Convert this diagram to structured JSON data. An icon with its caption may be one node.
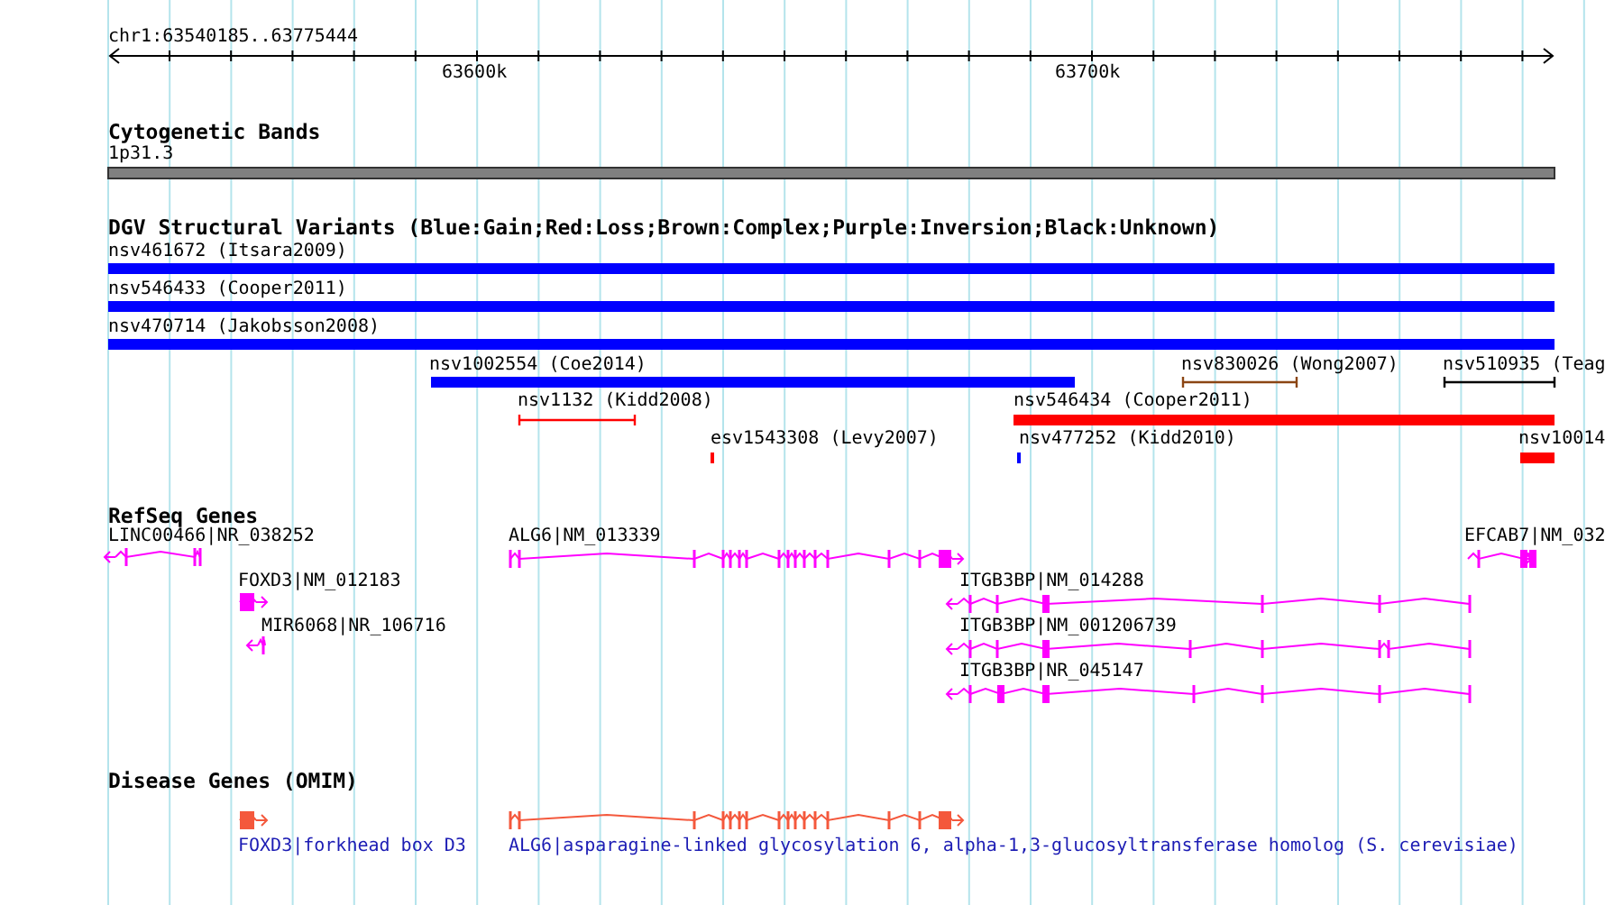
{
  "diagram": {
    "labels": [
      "chr1:63540185..63775444",
      "63600k",
      "63700k",
      "Cytogenetic Bands",
      "1p31.3",
      "DGV Structural Variants (Blue:Gain;Red:Loss;Brown:Complex;Purple:Inversion;Black:Unknown)",
      "nsv461672 (Itsara2009)",
      "nsv546433 (Cooper2011)",
      "nsv470714 (Jakobsson2008)",
      "nsv1002554 (Coe2014)",
      "nsv830026 (Wong2007)",
      "nsv510935 (Teag",
      "nsv1132 (Kidd2008)",
      "nsv546434 (Cooper2011)",
      "esv1543308 (Levy2007)",
      "nsv477252 (Kidd2010)",
      "nsv10014",
      "RefSeq Genes",
      "LINC00466|NR_038252",
      "ALG6|NM_013339",
      "EFCAB7|NM_032",
      "FOXD3|NM_012183",
      "ITGB3BP|NM_014288",
      "MIR6068|NR_106716",
      "ITGB3BP|NM_001206739",
      "ITGB3BP|NR_045147",
      "Disease Genes (OMIM)",
      "FOXD3|forkhead box D3",
      "ALG6|asparagine-linked glycosylation 6, alpha-1,3-glucosyltransferase homolog (S. cerevisiae)"
    ]
  }
}
